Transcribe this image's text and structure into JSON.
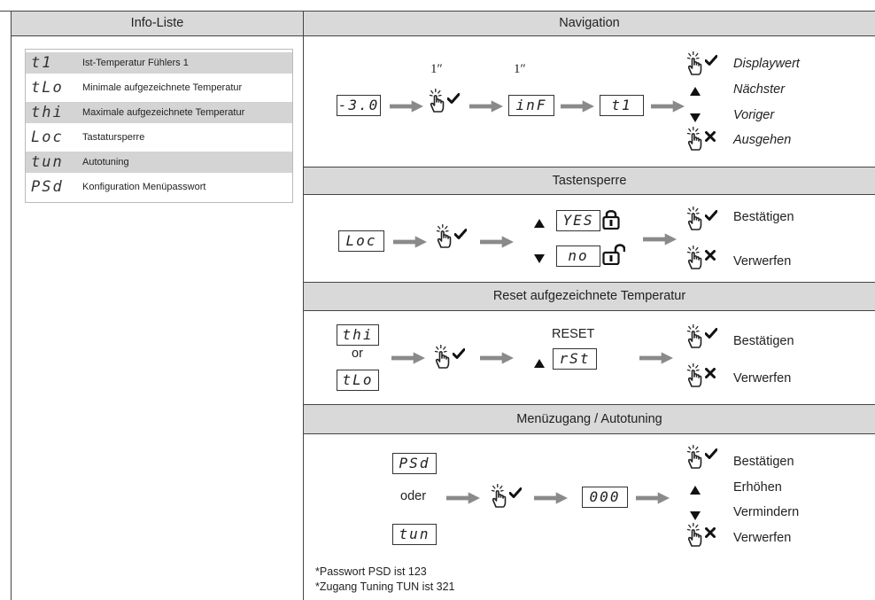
{
  "headers": {
    "info": "Info-Liste",
    "navigation": "Navigation",
    "lock": "Tastensperre",
    "reset": "Reset aufgezeichnete Temperatur",
    "menu": "Menüzugang / Autotuning"
  },
  "info_list": [
    {
      "code": "t1",
      "label": "Ist-Temperatur Fühlers 1"
    },
    {
      "code": "tLo",
      "label": "Minimale aufgezeichnete Temperatur"
    },
    {
      "code": "thi",
      "label": "Maximale aufgezeichnete Temperatur"
    },
    {
      "code": "Loc",
      "label": "Tastatursperre"
    },
    {
      "code": "tun",
      "label": "Autotuning"
    },
    {
      "code": "PSd",
      "label": "Konfiguration Menüpasswort"
    }
  ],
  "navigation": {
    "display1": "-3.0",
    "time1": "1″",
    "time2": "1″",
    "display2": "inF",
    "display3": "t1",
    "opt1": "Displaywert",
    "opt2": "Nächster",
    "opt3": "Voriger",
    "opt4": "Ausgehen"
  },
  "lock": {
    "display1": "Loc",
    "yes": "YES",
    "no": "no",
    "confirm": "Bestätigen",
    "discard": "Verwerfen"
  },
  "reset": {
    "display_a": "thi",
    "or": "or",
    "display_b": "tLo",
    "reset_label": "RESET",
    "display_rst": "rSt",
    "confirm": "Bestätigen",
    "discard": "Verwerfen"
  },
  "menu": {
    "display_a": "PSd",
    "or": "oder",
    "display_b": "tun",
    "display_val": "000",
    "confirm": "Bestätigen",
    "increase": "Erhöhen",
    "decrease": "Vermindern",
    "discard": "Verwerfen",
    "note1": "*Passwort PSD ist 123",
    "note2": "*Zugang Tuning TUN ist 321"
  },
  "colors": {
    "header_bg": "#d9d9d9",
    "row_shade": "#d4d4d4",
    "arrow": "#8a8a8a"
  }
}
